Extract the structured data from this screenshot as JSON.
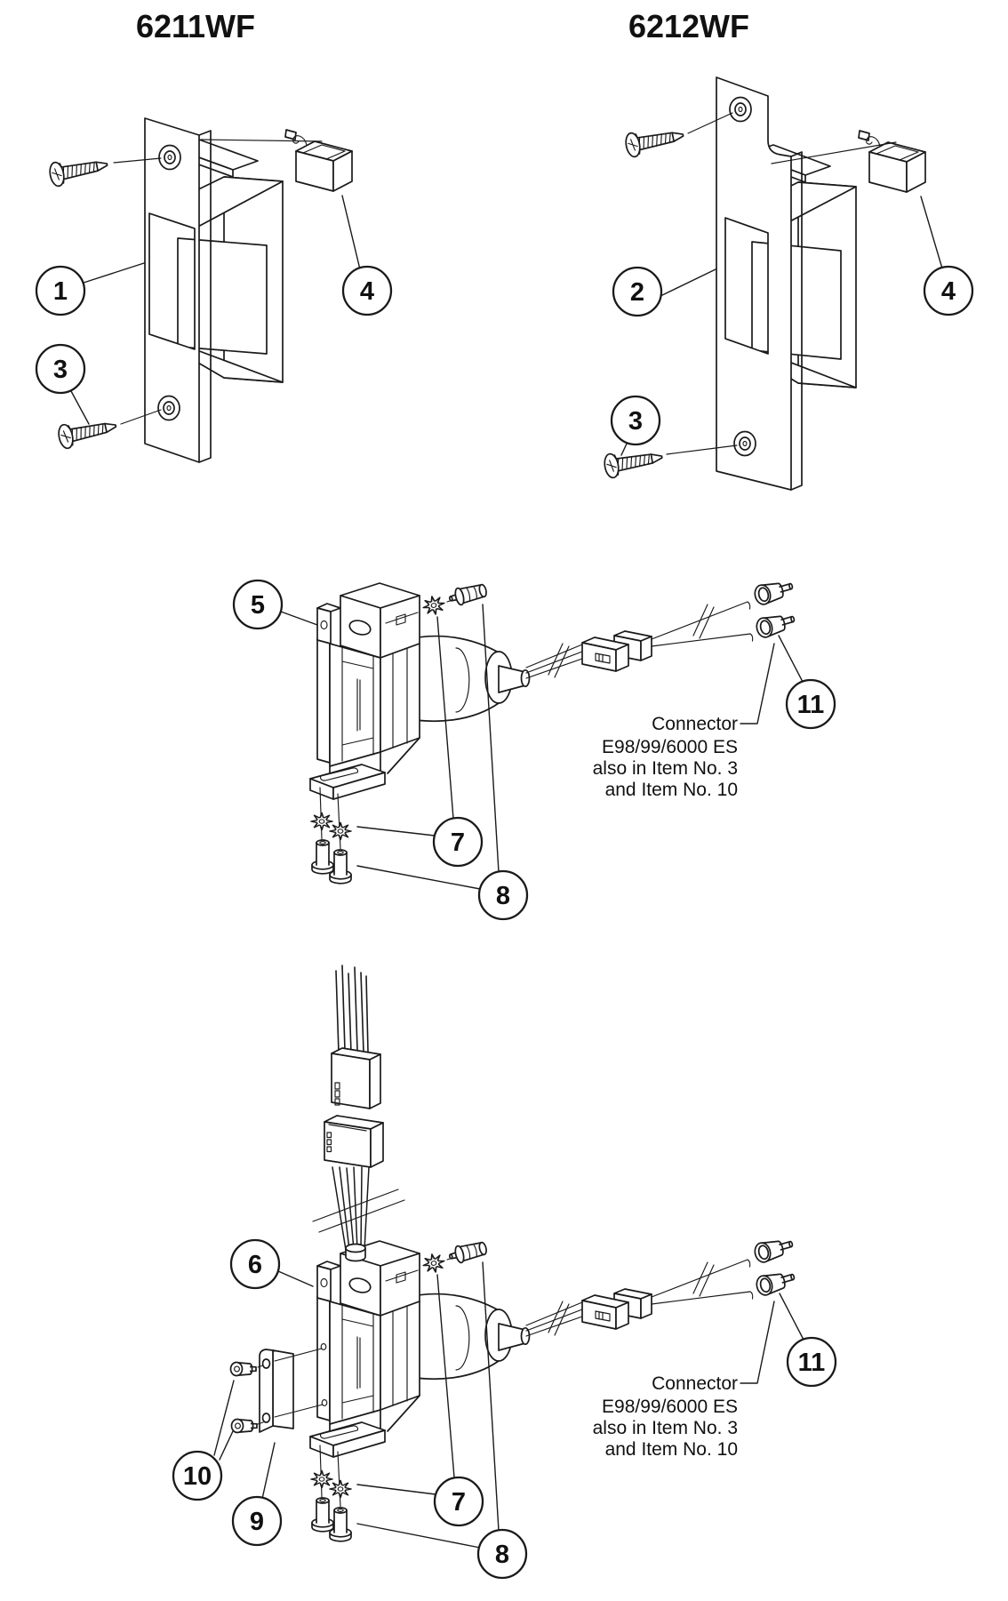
{
  "colors": {
    "background": "#ffffff",
    "line": "#1a1a1a"
  },
  "models": {
    "left": {
      "title": "6211WF"
    },
    "right": {
      "title": "6212WF"
    }
  },
  "callouts": {
    "faceplate_6211": "1",
    "faceplate_6212": "2",
    "mounting_screws": "3",
    "wire_clip": "4",
    "strike_solenoid_assembly": "5",
    "strike_solenoid_assembly_wired": "6",
    "lock_washers": "7",
    "machine_screws": "8",
    "keeper_plate": "9",
    "keeper_screws": "10",
    "wire_terminals": "11"
  },
  "notes": {
    "connector_note_upper": {
      "line1": "Connector",
      "line2": "E98/99/6000 ES",
      "line3": "also in Item No. 3",
      "line4": "and Item No. 10"
    },
    "connector_note_lower": {
      "line1": "Connector",
      "line2": "E98/99/6000 ES",
      "line3": "also in Item No. 3",
      "line4": "and Item No. 10"
    }
  }
}
